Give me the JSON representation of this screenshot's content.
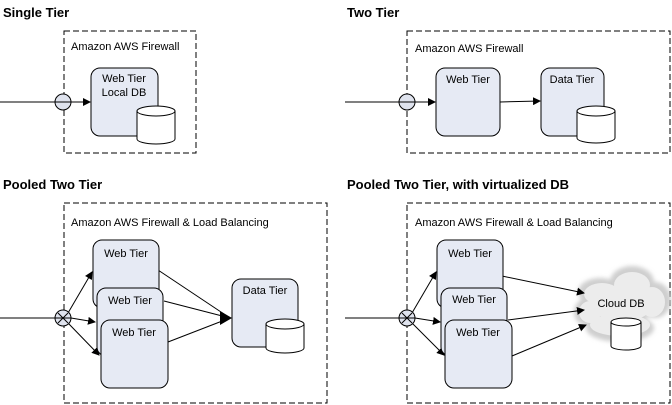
{
  "diagrams": {
    "single": {
      "title": "Single Tier",
      "firewall": "Amazon AWS Firewall",
      "web_line1": "Web Tier",
      "web_line2": "Local DB"
    },
    "two": {
      "title": "Two Tier",
      "firewall": "Amazon AWS Firewall",
      "web": "Web Tier",
      "data": "Data Tier"
    },
    "pooled": {
      "title": "Pooled Two Tier",
      "firewall": "Amazon AWS Firewall & Load Balancing",
      "web1": "Web Tier",
      "web2": "Web Tier",
      "web3": "Web Tier",
      "data": "Data Tier"
    },
    "pooled_cloud": {
      "title": "Pooled Two Tier, with virtualized DB",
      "firewall": "Amazon AWS Firewall & Load Balancing",
      "web1": "Web Tier",
      "web2": "Web Tier",
      "web3": "Web Tier",
      "cloud": "Cloud DB"
    }
  },
  "colors": {
    "box_fill": "#e6eaf4",
    "cloud_fill": "#e8e8e8"
  }
}
